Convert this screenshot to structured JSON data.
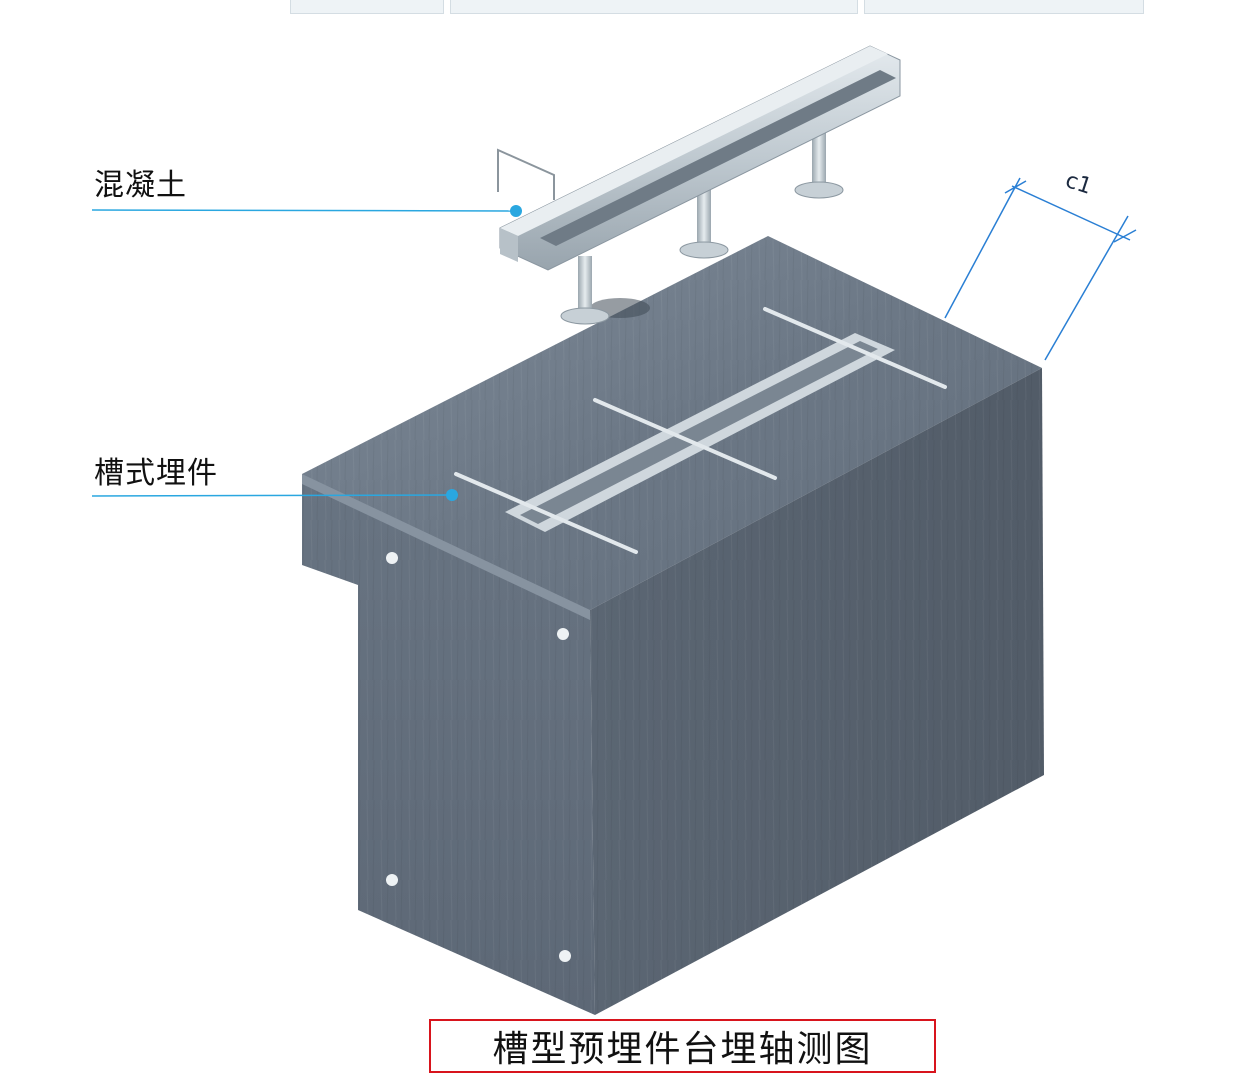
{
  "callouts": {
    "concrete_label": "混凝土",
    "channel_embed_label": "槽式埋件"
  },
  "dimension": {
    "label": "c1"
  },
  "caption": {
    "text": "槽型预埋件台埋轴测图"
  },
  "colors": {
    "leader_line": "#2aa7e0",
    "caption_border": "#d8141d",
    "concrete_top": "#6f7c8b",
    "concrete_front": "#5f6b79",
    "concrete_side": "#55606d",
    "steel": "#c9d2d8"
  }
}
